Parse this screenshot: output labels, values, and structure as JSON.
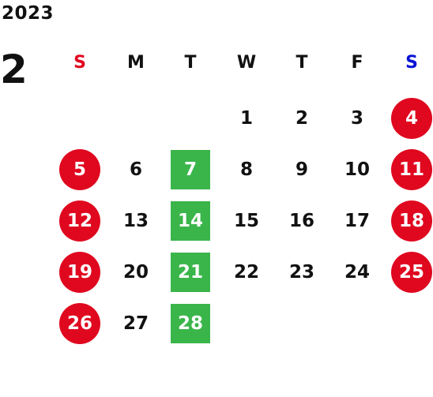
{
  "calendar": {
    "year": "2023",
    "month": "2",
    "weekdays": [
      {
        "label": "S",
        "color": "#e0081f"
      },
      {
        "label": "M",
        "color": "#111111"
      },
      {
        "label": "T",
        "color": "#111111"
      },
      {
        "label": "W",
        "color": "#111111"
      },
      {
        "label": "T",
        "color": "#111111"
      },
      {
        "label": "F",
        "color": "#111111"
      },
      {
        "label": "S",
        "color": "#0a14d6"
      }
    ],
    "weeks": [
      [
        {
          "day": "",
          "type": "normal"
        },
        {
          "day": "",
          "type": "normal"
        },
        {
          "day": "",
          "type": "normal"
        },
        {
          "day": "1",
          "type": "normal"
        },
        {
          "day": "2",
          "type": "normal"
        },
        {
          "day": "3",
          "type": "normal"
        },
        {
          "day": "4",
          "type": "holiday"
        }
      ],
      [
        {
          "day": "5",
          "type": "holiday"
        },
        {
          "day": "6",
          "type": "normal"
        },
        {
          "day": "7",
          "type": "closed"
        },
        {
          "day": "8",
          "type": "normal"
        },
        {
          "day": "9",
          "type": "normal"
        },
        {
          "day": "10",
          "type": "normal"
        },
        {
          "day": "11",
          "type": "holiday"
        }
      ],
      [
        {
          "day": "12",
          "type": "holiday"
        },
        {
          "day": "13",
          "type": "normal"
        },
        {
          "day": "14",
          "type": "closed"
        },
        {
          "day": "15",
          "type": "normal"
        },
        {
          "day": "16",
          "type": "normal"
        },
        {
          "day": "17",
          "type": "normal"
        },
        {
          "day": "18",
          "type": "holiday"
        }
      ],
      [
        {
          "day": "19",
          "type": "holiday"
        },
        {
          "day": "20",
          "type": "normal"
        },
        {
          "day": "21",
          "type": "closed"
        },
        {
          "day": "22",
          "type": "normal"
        },
        {
          "day": "23",
          "type": "normal"
        },
        {
          "day": "24",
          "type": "normal"
        },
        {
          "day": "25",
          "type": "holiday"
        }
      ],
      [
        {
          "day": "26",
          "type": "holiday"
        },
        {
          "day": "27",
          "type": "normal"
        },
        {
          "day": "28",
          "type": "closed"
        },
        {
          "day": "",
          "type": "normal"
        },
        {
          "day": "",
          "type": "normal"
        },
        {
          "day": "",
          "type": "normal"
        },
        {
          "day": "",
          "type": "normal"
        }
      ]
    ],
    "colors": {
      "holiday": "#e0081f",
      "closed": "#3ab54a",
      "sunday_header": "#e0081f",
      "saturday_header": "#0a14d6"
    }
  }
}
